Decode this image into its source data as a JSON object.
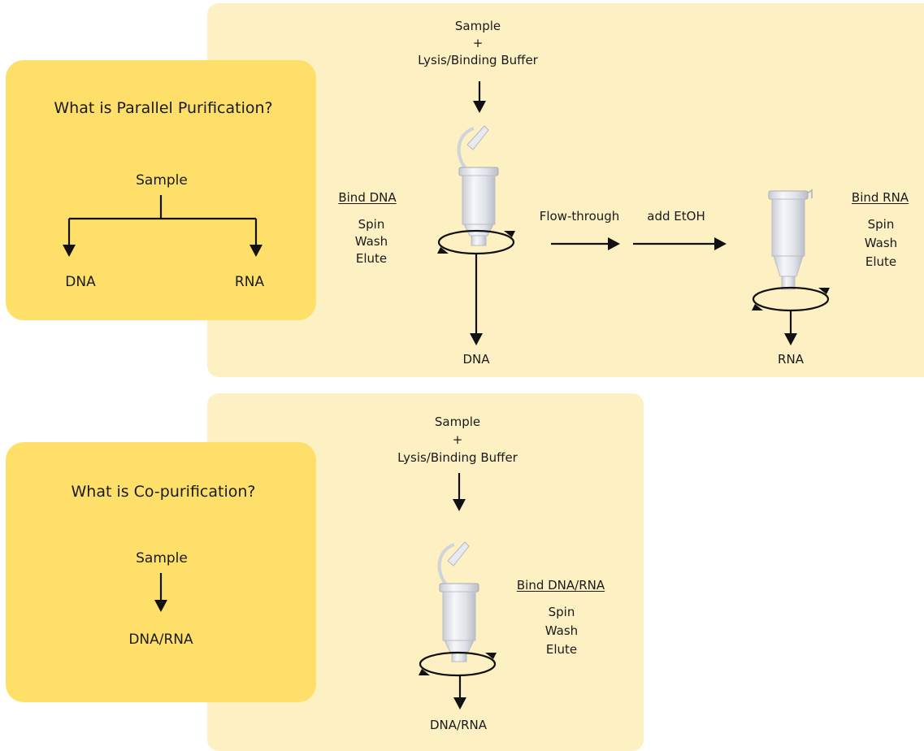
{
  "parallel": {
    "title": "What is Parallel Purification?",
    "summary": {
      "sample": "Sample",
      "out_left": "DNA",
      "out_right": "RNA"
    },
    "input": {
      "line1": "Sample",
      "line2": "+",
      "line3": "Lysis/Binding Buffer"
    },
    "bind_dna": {
      "title": "Bind DNA",
      "steps": [
        "Spin",
        "Wash",
        "Elute"
      ],
      "output": "DNA"
    },
    "flow_through": "Flow-through",
    "add_etoh": "add EtOH",
    "bind_rna": {
      "title": "Bind RNA",
      "steps": [
        "Spin",
        "Wash",
        "Elute"
      ],
      "output": "RNA"
    }
  },
  "copurification": {
    "title": "What is Co-purification?",
    "summary": {
      "sample": "Sample",
      "output": "DNA/RNA"
    },
    "input": {
      "line1": "Sample",
      "line2": "+",
      "line3": "Lysis/Binding Buffer"
    },
    "bind": {
      "title": "Bind DNA/RNA",
      "steps": [
        "Spin",
        "Wash",
        "Elute"
      ],
      "output": "DNA/RNA"
    }
  },
  "colors": {
    "light_panel": "#fdf0c3",
    "dark_panel": "#fddf6a",
    "arrow": "#111111"
  }
}
